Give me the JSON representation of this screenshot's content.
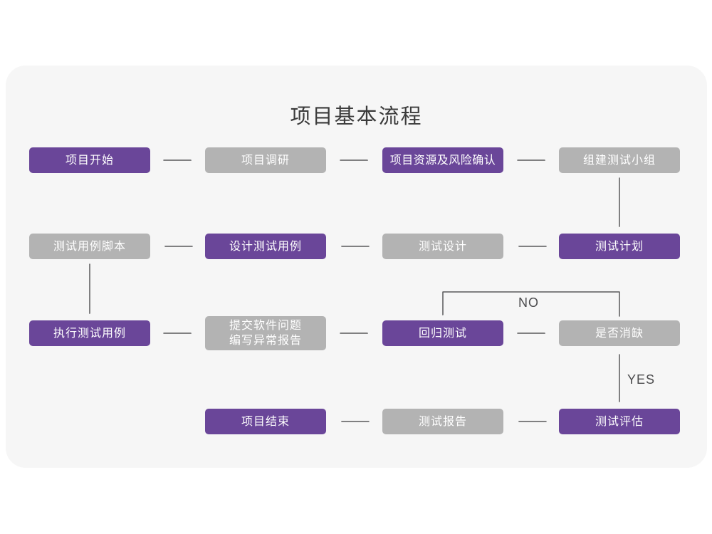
{
  "title": "项目基本流程",
  "colors": {
    "node_purple": "#6a4699",
    "node_gray": "#b3b3b3",
    "card_background": "#f6f6f6",
    "arrow": "#58585a",
    "title_text": "#3b3b3b",
    "node_text": "#ffffff"
  },
  "edge_labels": {
    "no": "NO",
    "yes": "YES"
  },
  "nodes": [
    {
      "id": "project-start",
      "label": "项目开始",
      "variant": "purple",
      "row": 1,
      "col": 1
    },
    {
      "id": "project-research",
      "label": "项目调研",
      "variant": "gray",
      "row": 1,
      "col": 2
    },
    {
      "id": "resources-risk",
      "label": "项目资源及风险确认",
      "variant": "purple",
      "row": 1,
      "col": 3
    },
    {
      "id": "build-test-team",
      "label": "组建测试小组",
      "variant": "gray",
      "row": 1,
      "col": 4
    },
    {
      "id": "test-case-script",
      "label": "测试用例脚本",
      "variant": "gray",
      "row": 2,
      "col": 1
    },
    {
      "id": "design-test-case",
      "label": "设计测试用例",
      "variant": "purple",
      "row": 2,
      "col": 2
    },
    {
      "id": "test-design",
      "label": "测试设计",
      "variant": "gray",
      "row": 2,
      "col": 3
    },
    {
      "id": "test-plan",
      "label": "测试计划",
      "variant": "purple",
      "row": 2,
      "col": 4
    },
    {
      "id": "execute-test-case",
      "label": "执行测试用例",
      "variant": "purple",
      "row": 3,
      "col": 1
    },
    {
      "id": "submit-issue-report",
      "label": "提交软件问题\n编写异常报告",
      "variant": "gray",
      "row": 3,
      "col": 2
    },
    {
      "id": "regression-test",
      "label": "回归测试",
      "variant": "purple",
      "row": 3,
      "col": 3
    },
    {
      "id": "defect-cleared",
      "label": "是否消缺",
      "variant": "gray",
      "row": 3,
      "col": 4
    },
    {
      "id": "project-end",
      "label": "项目结束",
      "variant": "purple",
      "row": 4,
      "col": 2
    },
    {
      "id": "test-report",
      "label": "测试报告",
      "variant": "gray",
      "row": 4,
      "col": 3
    },
    {
      "id": "test-evaluation",
      "label": "测试评估",
      "variant": "purple",
      "row": 4,
      "col": 4
    }
  ],
  "edges": [
    {
      "from": "project-start",
      "to": "project-research",
      "direction": "right"
    },
    {
      "from": "project-research",
      "to": "resources-risk",
      "direction": "right"
    },
    {
      "from": "resources-risk",
      "to": "build-test-team",
      "direction": "right"
    },
    {
      "from": "build-test-team",
      "to": "test-plan",
      "direction": "down"
    },
    {
      "from": "test-plan",
      "to": "test-design",
      "direction": "left"
    },
    {
      "from": "test-design",
      "to": "design-test-case",
      "direction": "left"
    },
    {
      "from": "design-test-case",
      "to": "test-case-script",
      "direction": "left"
    },
    {
      "from": "test-case-script",
      "to": "execute-test-case",
      "direction": "down"
    },
    {
      "from": "execute-test-case",
      "to": "submit-issue-report",
      "direction": "right"
    },
    {
      "from": "submit-issue-report",
      "to": "regression-test",
      "direction": "right"
    },
    {
      "from": "regression-test",
      "to": "defect-cleared",
      "direction": "right"
    },
    {
      "from": "defect-cleared",
      "to": "regression-test",
      "direction": "loop-back",
      "label": "NO"
    },
    {
      "from": "defect-cleared",
      "to": "test-evaluation",
      "direction": "down",
      "label": "YES"
    },
    {
      "from": "test-evaluation",
      "to": "test-report",
      "direction": "left"
    },
    {
      "from": "test-report",
      "to": "project-end",
      "direction": "left"
    }
  ]
}
